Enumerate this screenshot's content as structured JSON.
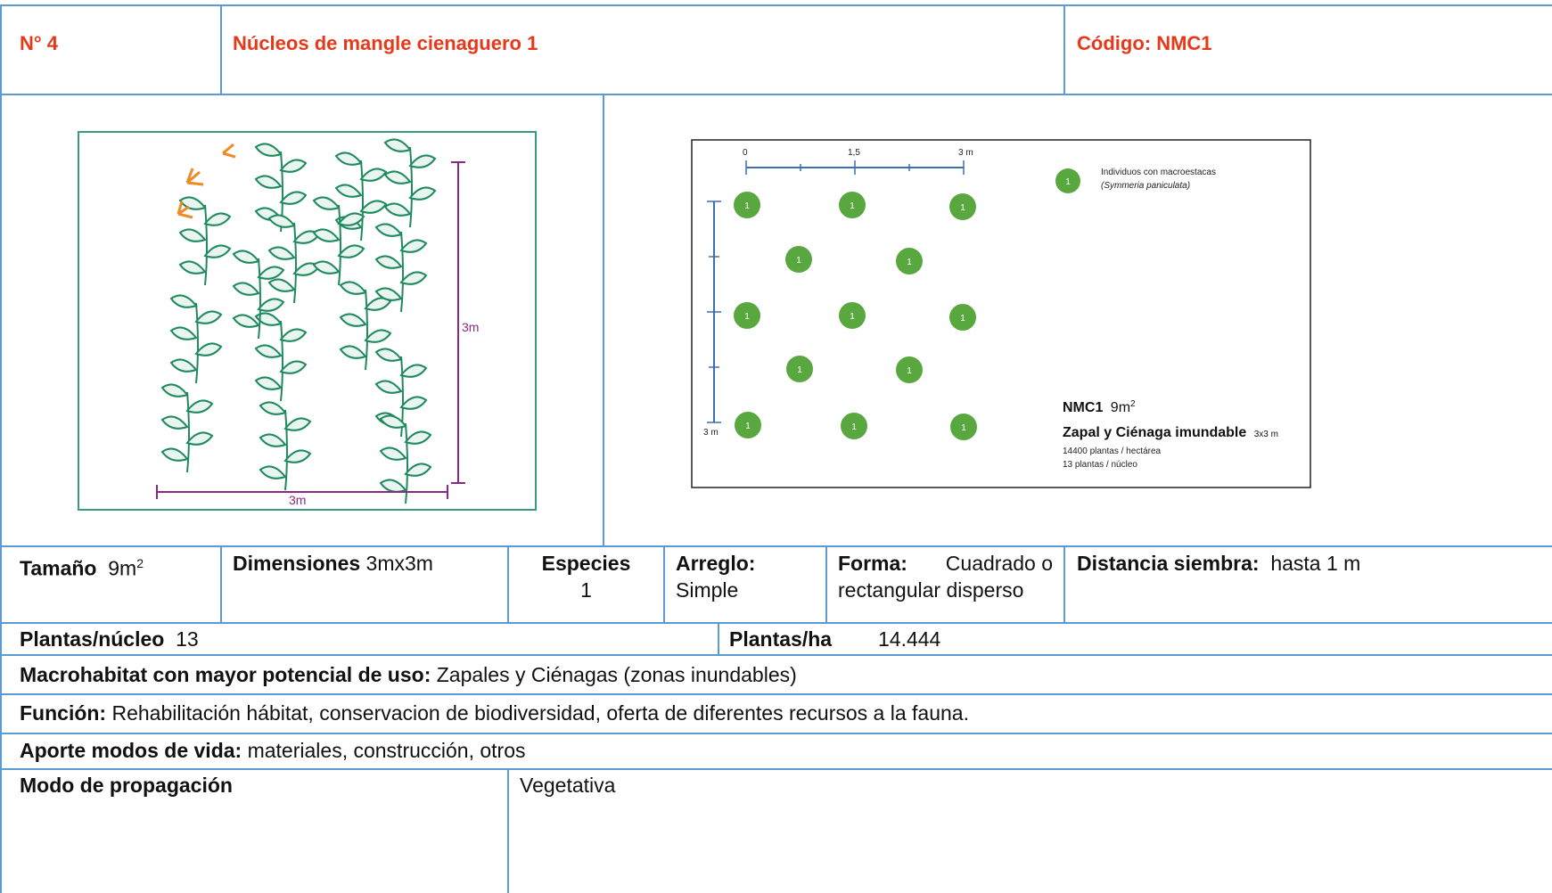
{
  "header": {
    "number": "N° 4",
    "title": "Núcleos de mangle cienaguero 1",
    "code": "Código: NMC1"
  },
  "sketch": {
    "height_label": "3m",
    "width_label": "3m"
  },
  "diagram": {
    "top_scale": [
      "0",
      "1,5",
      "3 m"
    ],
    "left_scale_label": "3 m",
    "marker_label": "1",
    "legend_line1": "Individuos con macroestacas",
    "legend_line2": "(Symmeria paniculata)",
    "info_code": "NMC1",
    "info_area": "9m",
    "info_area_sup": "2",
    "info_habitat": "Zapal y Ciénaga imundable",
    "info_dims": "3x3 m",
    "info_density": "14400 plantas / hectárea",
    "info_count": "13 plantas / núcleo",
    "marker_color": "#59a83f"
  },
  "attributes": {
    "size_label": "Tamaño",
    "size_value": "9m",
    "size_sup": "2",
    "dims_label": "Dimensiones",
    "dims_value": "3mx3m",
    "species_label": "Especies",
    "species_value": "1",
    "arrangement_label": "Arreglo:",
    "arrangement_value": "Simple",
    "shape_label": "Forma:",
    "shape_value_1": "Cuadrado o",
    "shape_value_2": "rectangular disperso",
    "distance_label": "Distancia siembra:",
    "distance_value": "hasta 1 m"
  },
  "plants": {
    "per_nucleus_label": "Plantas/núcleo",
    "per_nucleus_value": "13",
    "per_ha_label": "Plantas/ha",
    "per_ha_value": "14.444"
  },
  "macrohabitat": {
    "label": "Macrohabitat con mayor potencial de uso:",
    "value": "Zapales y Ciénagas (zonas inundables)"
  },
  "function": {
    "label": "Función:",
    "value": "Rehabilitación hábitat, conservacion de biodiversidad, oferta de diferentes recursos a la fauna."
  },
  "livelihood": {
    "label": "Aporte modos de vida:",
    "value": "materiales, construcción, otros"
  },
  "propagation": {
    "label": "Modo de propagación",
    "value": "Vegetativa"
  },
  "colors": {
    "border": "#5b9bd5",
    "title_red": "#e8381a",
    "sketch_frame": "#3a9a7e",
    "leaf_green": "#1f8a5e",
    "dimension_purple": "#8a2a80"
  }
}
